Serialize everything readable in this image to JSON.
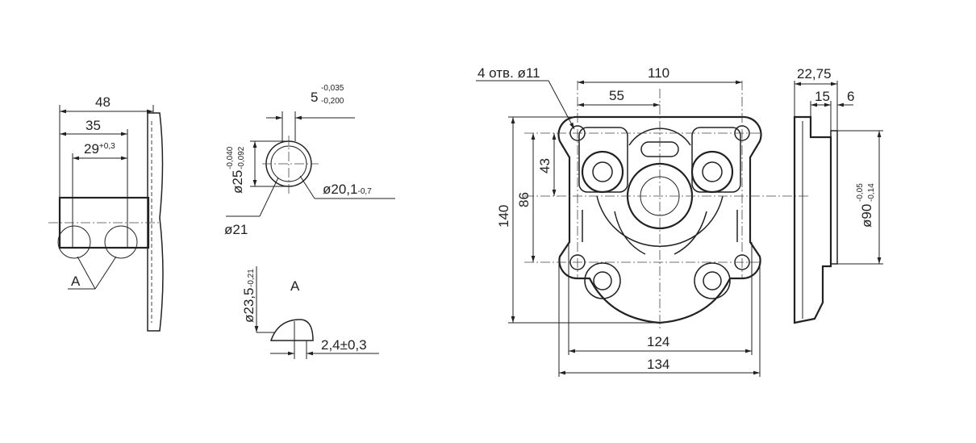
{
  "side_left": {
    "dim_48": "48",
    "dim_35": "35",
    "dim_29": "29",
    "dim_29_tol": "+0,3",
    "detail_label": "A"
  },
  "spline": {
    "dim_5": "5",
    "dim_5_tol_upper": "-0,035",
    "dim_5_tol_lower": "-0,200",
    "dim_d25": "ø25",
    "dim_d25_tol_upper": "-0,040",
    "dim_d25_tol_lower": "-0,092",
    "dim_d20": "ø20,1",
    "dim_d20_tol": "-0,7",
    "dim_d21": "ø21"
  },
  "detail_a": {
    "title": "A",
    "dim_d23": "ø23,5",
    "dim_d23_tol": "-0,21",
    "dim_width": "2,4±0,3"
  },
  "front": {
    "holes_note": "4 отв. ø11",
    "dim_110": "110",
    "dim_55": "55",
    "dim_140": "140",
    "dim_86": "86",
    "dim_43": "43",
    "dim_124": "124",
    "dim_134": "134"
  },
  "side_right": {
    "dim_22_75": "22,75",
    "dim_15": "15",
    "dim_6": "6",
    "dim_d90": "ø90",
    "dim_d90_tol_upper": "-0,05",
    "dim_d90_tol_lower": "-0,14"
  }
}
